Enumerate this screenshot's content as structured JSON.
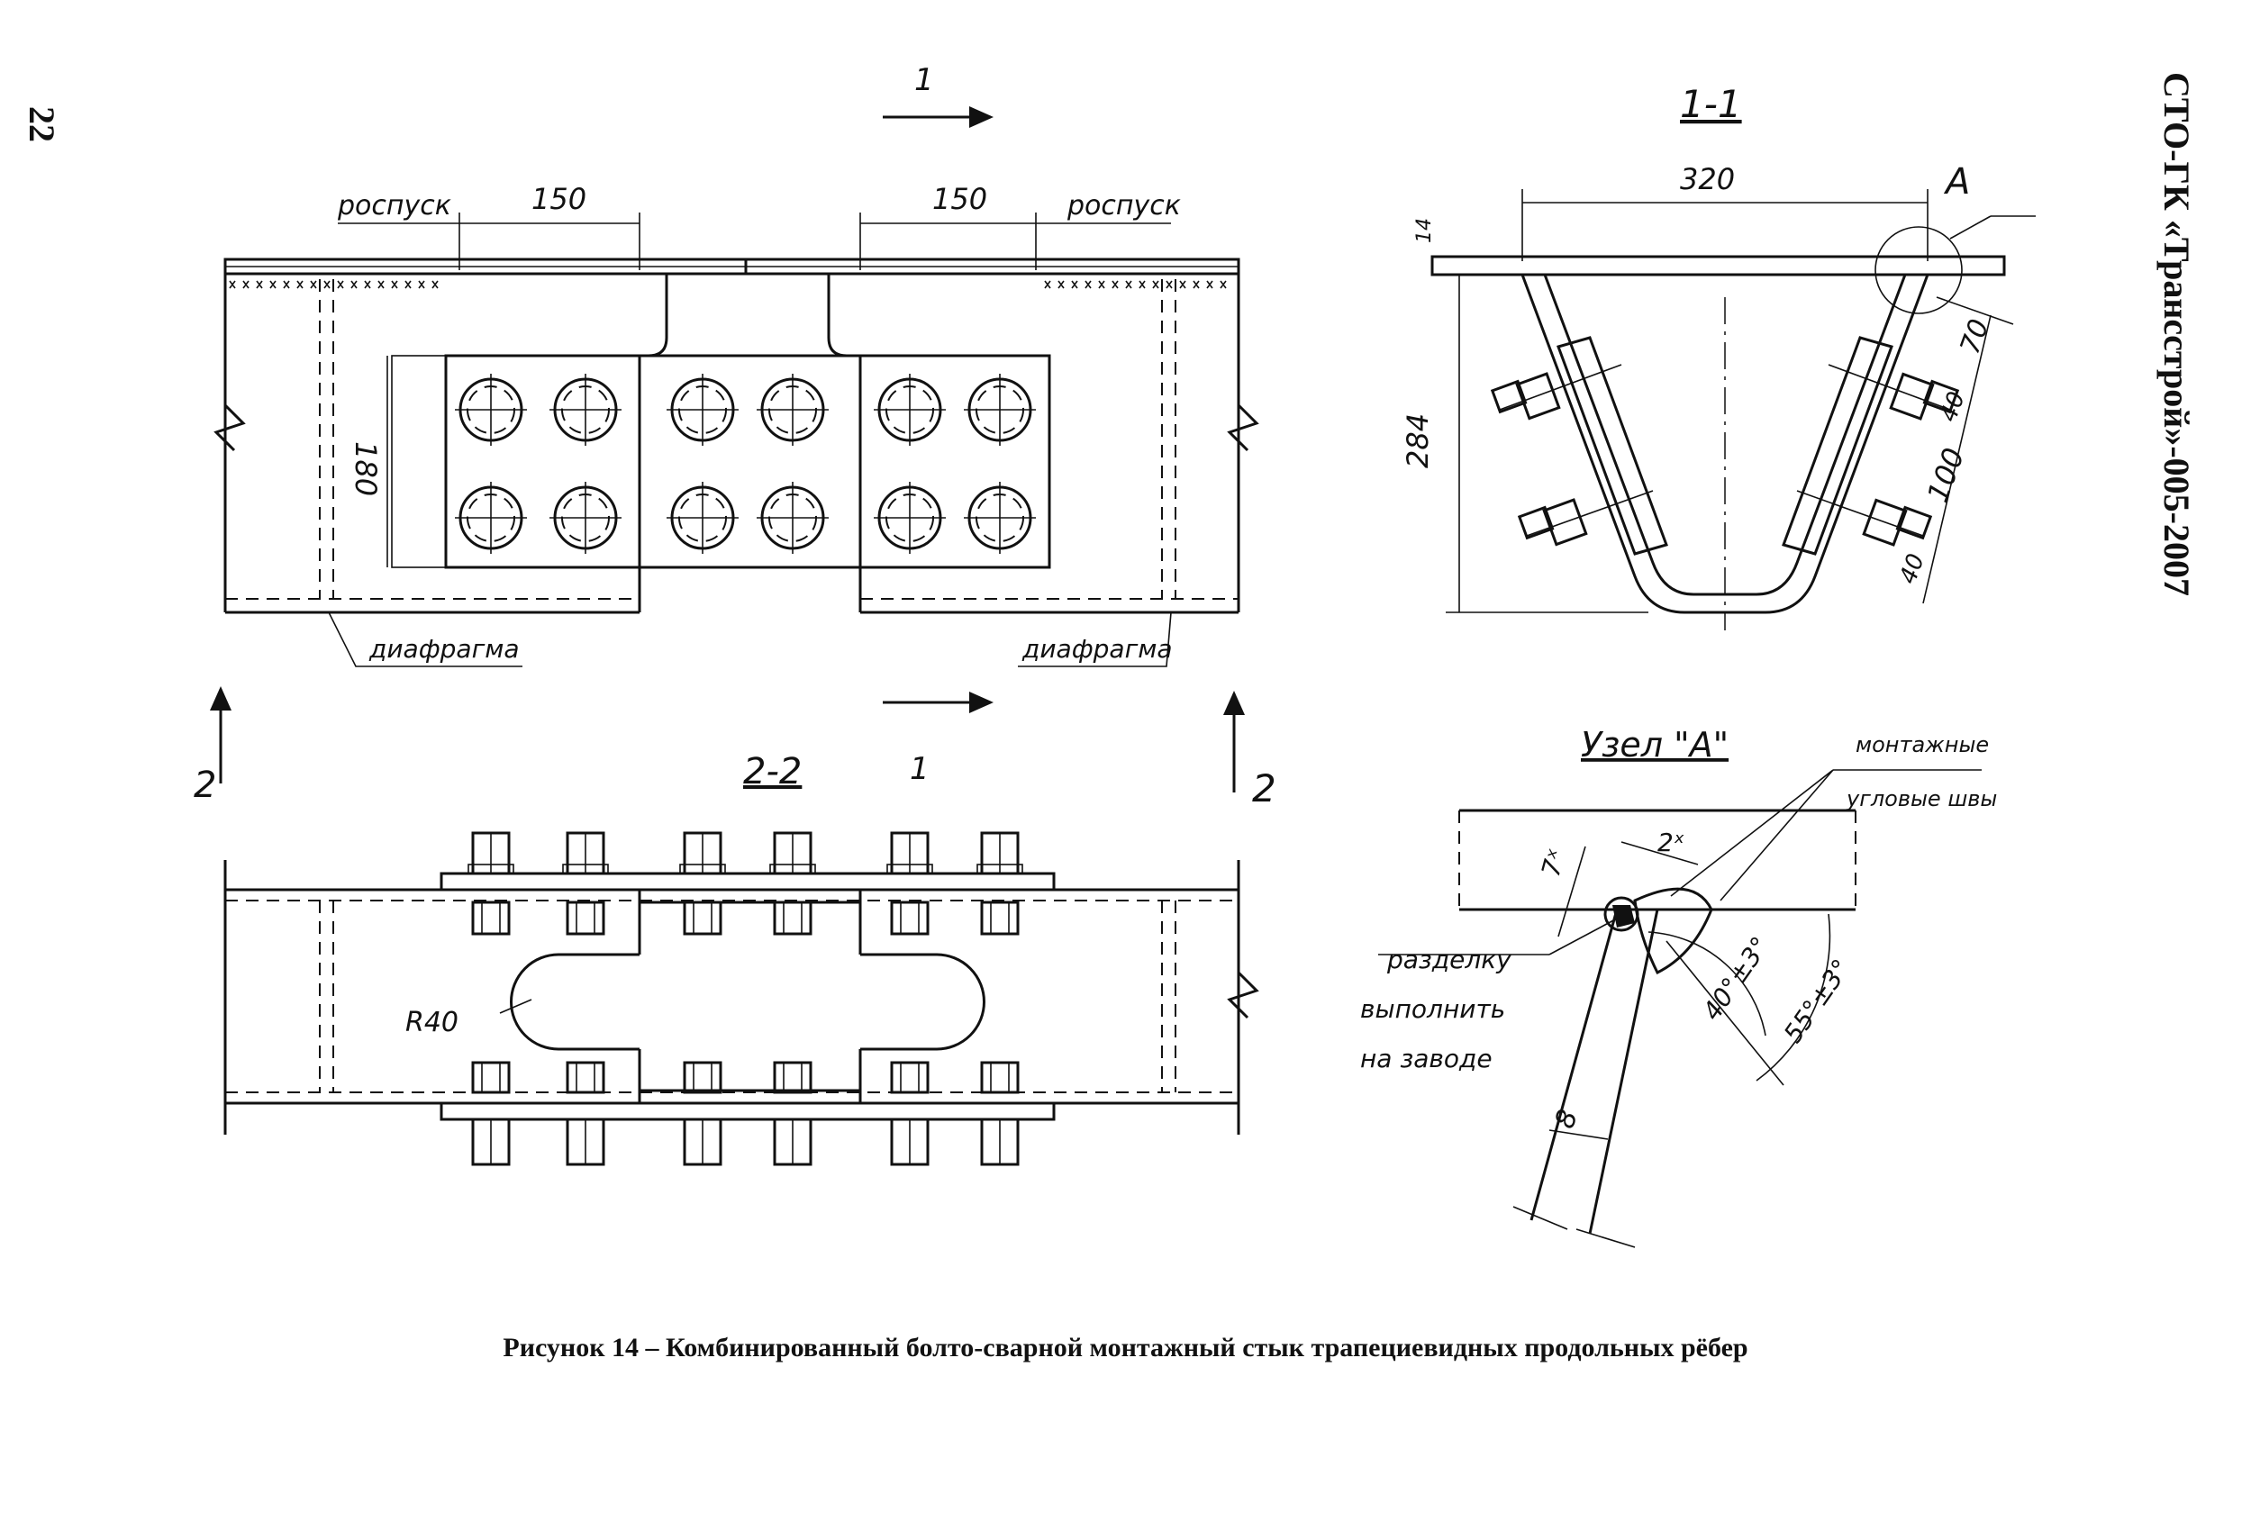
{
  "page": {
    "number": "22",
    "standard_code": "СТО-ГК «Трансстрой»-005-2007",
    "caption": "Рисунок 14 – Комбинированный болто-сварной монтажный стык трапециевидных продольных рёбер"
  },
  "plan_view": {
    "section_mark": "1",
    "section_mark_bottom": "1",
    "side_mark_left": "2",
    "side_mark_right": "2",
    "label_left_release": "роспуск",
    "label_right_release": "роспуск",
    "dim_left": "150",
    "dim_right": "150",
    "dim_height": "180",
    "label_diaphragm_left": "диафрагма",
    "label_diaphragm_right": "диафрагма"
  },
  "section_2_2": {
    "title": "2-2",
    "radius_label": "R40"
  },
  "section_1_1": {
    "title": "1-1",
    "dim_width": "320",
    "dim_height": "284",
    "dim_top": "14",
    "dim_70": "70",
    "dim_40a": "40",
    "dim_100": "100",
    "dim_40b": "40",
    "node_ref": "А"
  },
  "node_a": {
    "title": "Узел \"А\"",
    "label_welds_line1": "монтажные",
    "label_welds_line2": "угловые швы",
    "label_groove_line1": "разделку",
    "label_groove_line2": "выполнить",
    "label_groove_line3": "на заводе",
    "dim_weld1": "7ˣ",
    "dim_weld2": "2ˣ",
    "dim_angle1": "40°±3°",
    "dim_angle2": "55°±3°",
    "dim_thickness": "8"
  }
}
